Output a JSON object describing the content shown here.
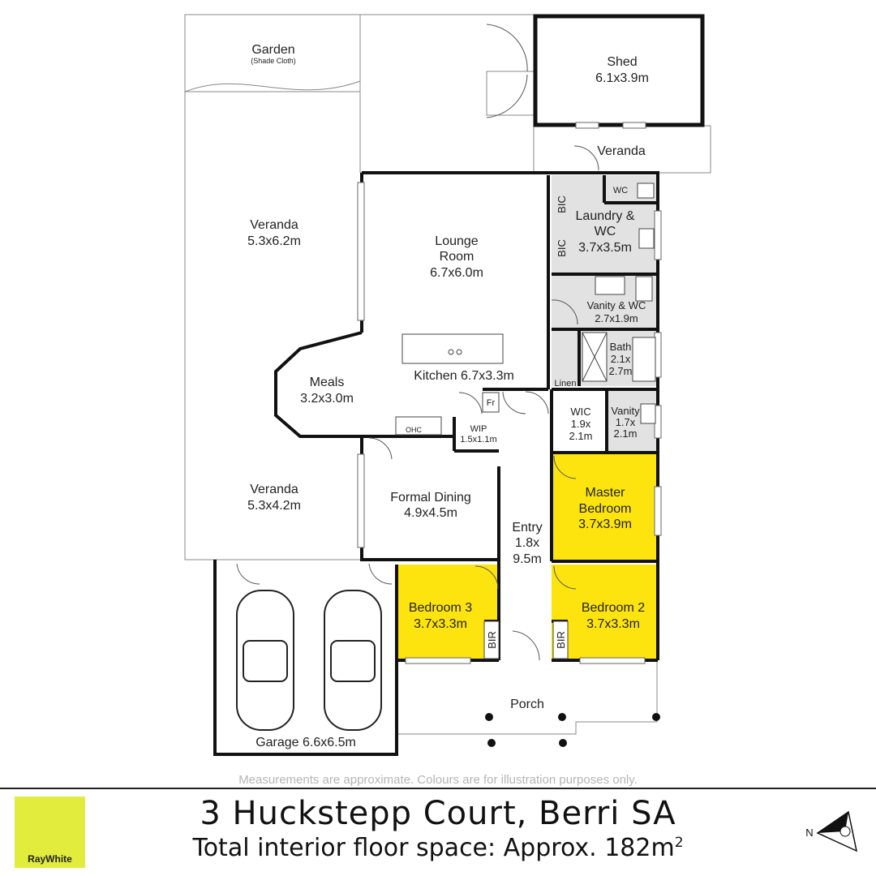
{
  "rooms": {
    "garden": {
      "name": "Garden",
      "note": "(Shade Cloth)"
    },
    "shed": {
      "name": "Shed",
      "size": "6.1x3.9m"
    },
    "veranda_top": {
      "name": "Veranda"
    },
    "veranda_north": {
      "name": "Veranda",
      "size": "5.3x6.2m"
    },
    "lounge": {
      "name": "Lounge",
      "name2": "Room",
      "size": "6.7x6.0m"
    },
    "laundry": {
      "name": "Laundry &",
      "name2": "WC",
      "size": "3.7x3.5m"
    },
    "wc": {
      "name": "WC"
    },
    "bic_1": {
      "name": "BIC"
    },
    "bic_2": {
      "name": "BIC"
    },
    "vanity_wc": {
      "name": "Vanity & WC",
      "size": "2.7x1.9m"
    },
    "bath": {
      "name": "Bath",
      "size1": "2.1x",
      "size2": "2.7m"
    },
    "linen": {
      "name": "Linen"
    },
    "meals": {
      "name": "Meals",
      "size": "3.2x3.0m"
    },
    "kitchen": {
      "name": "Kitchen 6.7x3.3m"
    },
    "fridge": {
      "name": "Fr"
    },
    "ohc": {
      "name": "OHC"
    },
    "wip": {
      "name": "WIP",
      "size": "1.5x1.1m"
    },
    "wic": {
      "name": "WIC",
      "size1": "1.9x",
      "size2": "2.1m"
    },
    "vanity": {
      "name": "Vanity",
      "size1": "1.7x",
      "size2": "2.1m"
    },
    "veranda_south": {
      "name": "Veranda",
      "size": "5.3x4.2m"
    },
    "formal_dining": {
      "name": "Formal Dining",
      "size": "4.9x4.5m"
    },
    "entry": {
      "name": "Entry",
      "size1": "1.8x",
      "size2": "9.5m"
    },
    "master_bedroom": {
      "name": "Master",
      "name2": "Bedroom",
      "size": "3.7x3.9m"
    },
    "bedroom3": {
      "name": "Bedroom 3",
      "size": "3.7x3.3m"
    },
    "bedroom2": {
      "name": "Bedroom 2",
      "size": "3.7x3.3m"
    },
    "bir_1": {
      "name": "BIR"
    },
    "bir_2": {
      "name": "BIR"
    },
    "porch": {
      "name": "Porch"
    },
    "garage": {
      "name": "Garage 6.6x6.5m"
    }
  },
  "footer": {
    "disclaimer": "Measurements are approximate. Colours are for illustration purposes only.",
    "address": "3 Huckstepp Court, Berri SA",
    "floor_space": "Total interior floor space: Approx. 182m",
    "floor_space_unit_sup": "2"
  },
  "logo": {
    "text": "RayWhite"
  },
  "compass": {
    "label": "N"
  },
  "colors": {
    "bedroom": "#fde40f",
    "wet_area": "#e2e2e2",
    "wall": "#111111",
    "logo": "#e1ec3c"
  }
}
